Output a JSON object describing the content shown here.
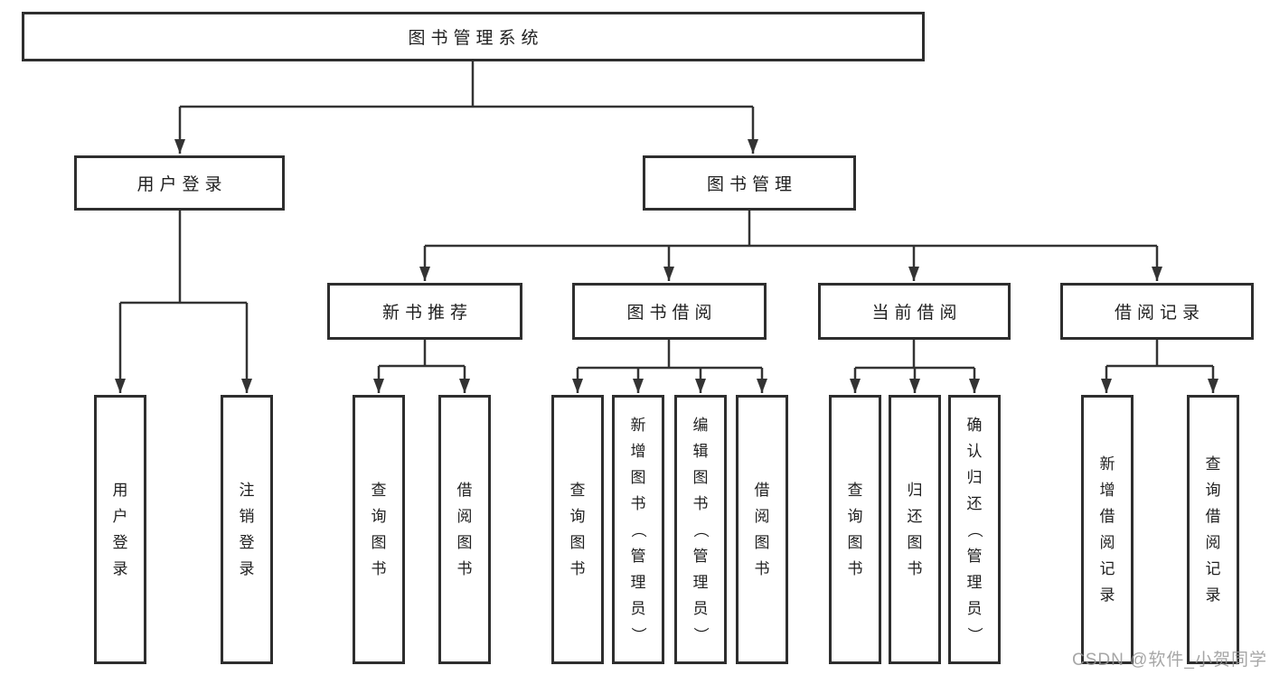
{
  "diagram": {
    "title": "图书管理系统",
    "type": "hierarchy-tree",
    "colors": {
      "line": "#333333",
      "box_border": "#2e2e2e",
      "text": "#1f1f1f",
      "watermark": "#969696",
      "background": "#ffffff"
    },
    "watermark": "CSDN @软件_小贺同学",
    "tree": {
      "label": "图书管理系统",
      "children": [
        {
          "label": "用户登录",
          "children": [
            {
              "label": "用户登录"
            },
            {
              "label": "注销登录"
            }
          ]
        },
        {
          "label": "图书管理",
          "children": [
            {
              "label": "新书推荐",
              "children": [
                {
                  "label": "查询图书"
                },
                {
                  "label": "借阅图书"
                }
              ]
            },
            {
              "label": "图书借阅",
              "children": [
                {
                  "label": "查询图书"
                },
                {
                  "label": "新增图书（管理员）"
                },
                {
                  "label": "编辑图书（管理员）"
                },
                {
                  "label": "借阅图书"
                }
              ]
            },
            {
              "label": "当前借阅",
              "children": [
                {
                  "label": "查询图书"
                },
                {
                  "label": "归还图书"
                },
                {
                  "label": "确认归还（管理员）"
                }
              ]
            },
            {
              "label": "借阅记录",
              "children": [
                {
                  "label": "新增借阅记录"
                },
                {
                  "label": "查询借阅记录"
                }
              ]
            }
          ]
        }
      ]
    }
  }
}
